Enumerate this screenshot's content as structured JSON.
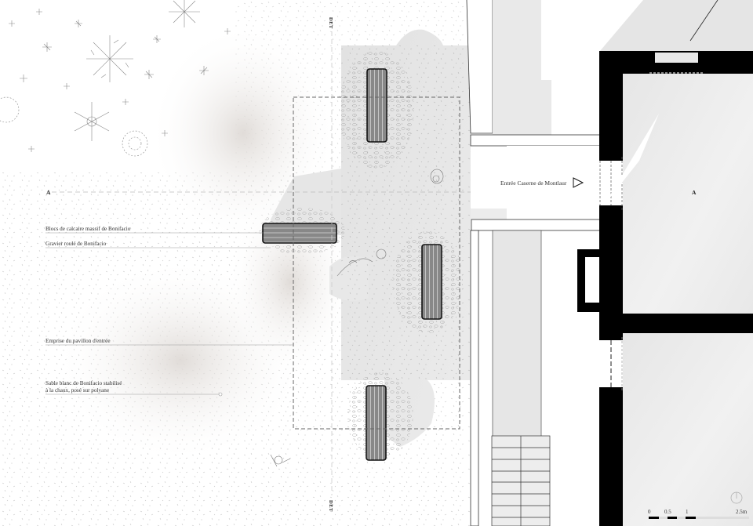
{
  "plan": {
    "type": "architectural site plan",
    "section_markers": {
      "horizontal_left": "A",
      "horizontal_right": "A",
      "vertical_top": "DET",
      "vertical_bottom": "DET"
    },
    "entry_label": "Entrée Caserne de Montlaur",
    "entry_arrow_icon": "triangle-right-outline",
    "legend": [
      {
        "id": "blocks",
        "text": "Blocs de calcaire massif de Bonifacio"
      },
      {
        "id": "gravel",
        "text": "Gravier roulé de Bonifacio"
      },
      {
        "id": "pavilion",
        "text": "Emprise du pavillon d'entrée"
      },
      {
        "id": "sand_line1",
        "text": "Sable blanc de Bonifacio stabilisé"
      },
      {
        "id": "sand_line2",
        "text": "à la chaux, posé sur polyane"
      }
    ],
    "scale_bar": {
      "ticks": [
        "0",
        "0.5",
        "1",
        "2.5m"
      ]
    },
    "north_arrow_icon": "north-arrow-circle",
    "colors": {
      "wall": "#000000",
      "paving": "#e4e4e4",
      "ground": "#f3f1ef",
      "line": "#555555",
      "dashed": "#666666"
    }
  }
}
